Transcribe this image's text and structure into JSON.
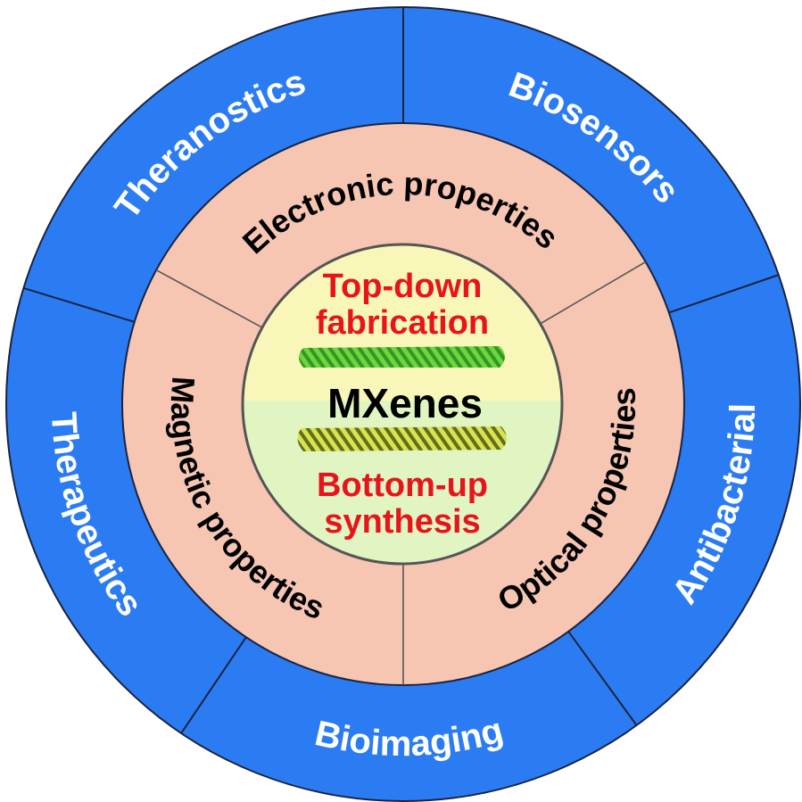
{
  "colors": {
    "outer_ring": "#2b7cf3",
    "middle_ring": "#f6c6b2",
    "inner_top": "#f8f7b9",
    "inner_bottom": "#e0f5c2",
    "accent_red": "#e8141c",
    "divider": "#1a2340"
  },
  "outer_ring": {
    "segments": [
      {
        "label": "Theranostics"
      },
      {
        "label": "Biosensors"
      },
      {
        "label": "Antibacterial"
      },
      {
        "label": "Bioimaging"
      },
      {
        "label": "Therapeutics"
      }
    ]
  },
  "middle_ring": {
    "segments": [
      {
        "label": "Electronic properties"
      },
      {
        "label": "Optical properties"
      },
      {
        "label": "Magnetic properties"
      }
    ]
  },
  "center": {
    "top_line1": "Top-down",
    "top_line2": "fabrication",
    "title": "MXenes",
    "bottom_line1": "Bottom-up",
    "bottom_line2": "synthesis",
    "top_structure_icon": "mxene-lattice-green-icon",
    "bottom_structure_icon": "mxene-lattice-yellow-icon"
  }
}
